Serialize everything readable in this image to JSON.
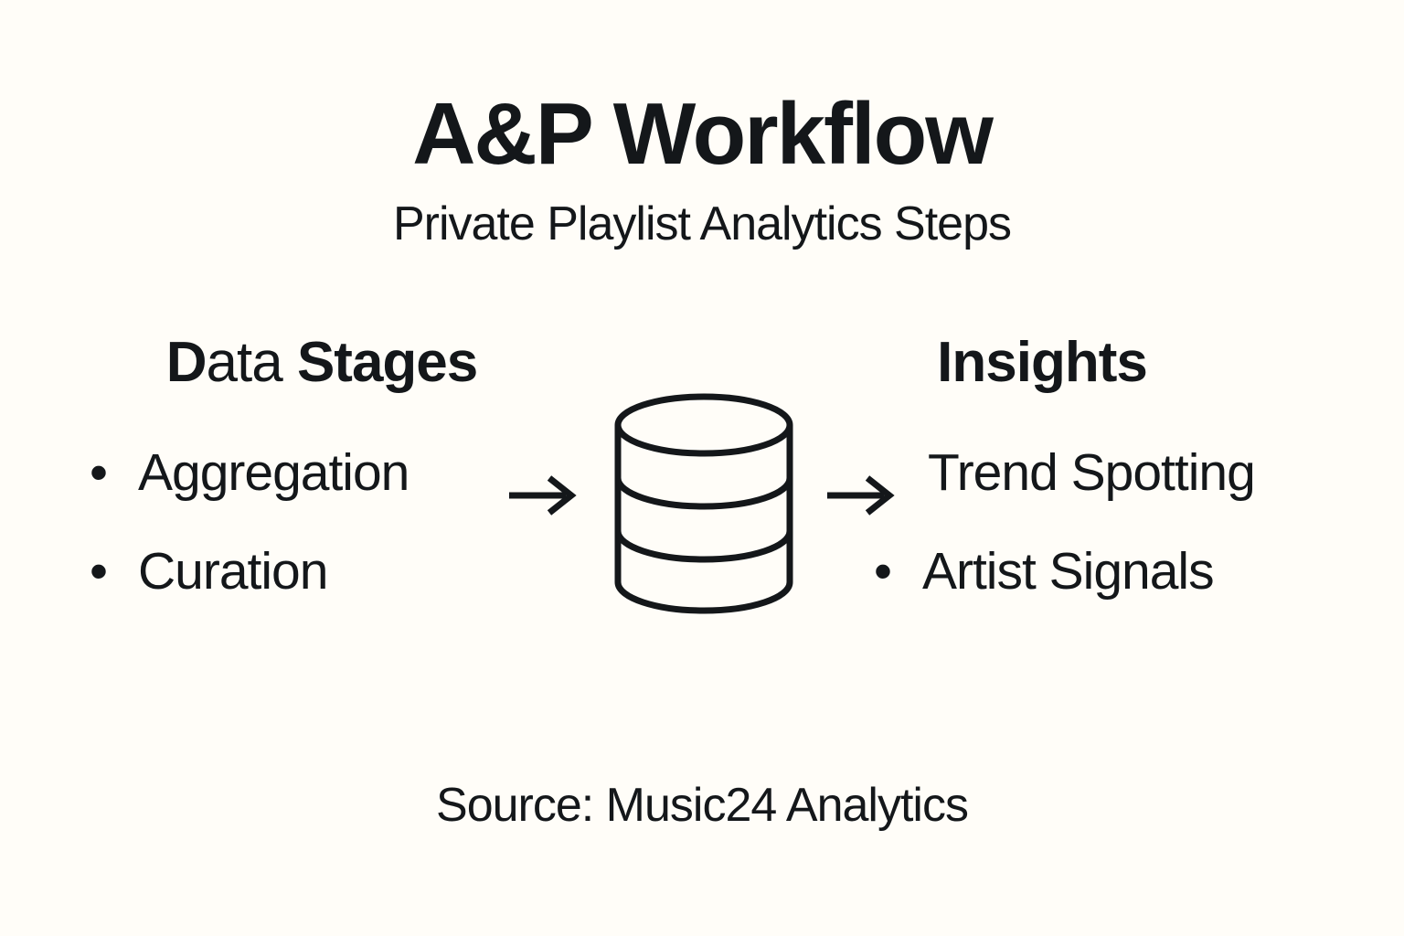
{
  "page": {
    "background": "#fffdf8",
    "text_color": "#14171a"
  },
  "title": "A&P Workflow",
  "subtitle": "Private Playlist Analytics Steps",
  "bullet_char": "•",
  "left_column": {
    "heading": {
      "part_bold_1": "D",
      "part_regular": "ata",
      "part_bold_2": " Stages"
    },
    "items": [
      "Aggregation",
      "Curation"
    ]
  },
  "flow_icons": {
    "database": "database-icon",
    "arrow": "arrow-right-icon"
  },
  "right_column": {
    "heading": "Insights",
    "items": [
      "Trend Spotting",
      "Artist Signals"
    ]
  },
  "source": "Source: Music24 Analytics"
}
